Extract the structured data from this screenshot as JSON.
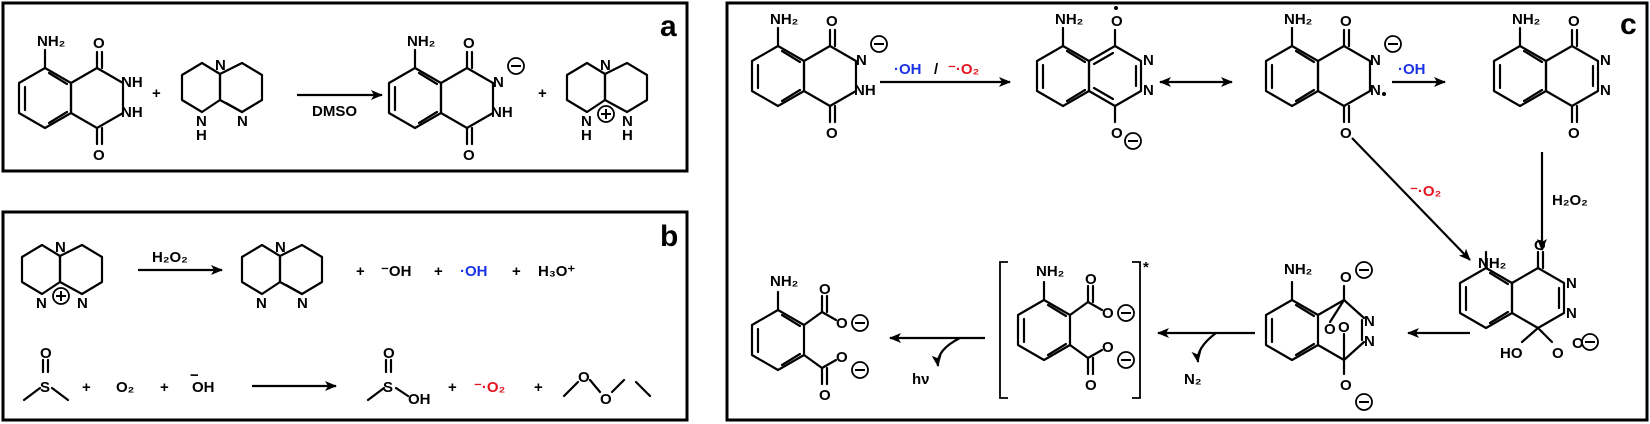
{
  "panels": {
    "a": {
      "letter": "a"
    },
    "b": {
      "letter": "b"
    },
    "c": {
      "letter": "c"
    }
  },
  "panel_a": {
    "plus": "+",
    "arrow_label": "DMSO",
    "nh2": "NH₂",
    "o": "O",
    "nh": "NH",
    "n": "N",
    "h": "H",
    "neg": "−"
  },
  "panel_b": {
    "h2o2": "H₂O₂",
    "hydroxide": "⁻OH",
    "hydroxyl_radical": "·OH",
    "hydronium": "H₃O⁺",
    "plus": "+",
    "s": "S",
    "o": "O",
    "o2": "O₂",
    "oh": "OH",
    "superoxide": "⁻·O₂"
  },
  "panel_c": {
    "step1_oh": "·OH",
    "step1_slash": "/",
    "step1_o2": "⁻·O₂",
    "step3_oh": "·OH",
    "diag_o2": "⁻·O₂",
    "h2o2": "H₂O₂",
    "n2": "N₂",
    "hv": "hν",
    "star": "*",
    "ho": "HO",
    "nh2": "NH₂",
    "o": "O",
    "n": "N",
    "nh": "NH"
  },
  "colors": {
    "blue": "#1a33e6",
    "red": "#e6141e"
  },
  "icons": [
    "resonance-arrow",
    "reaction-arrow",
    "curved-byproduct-arrow",
    "anion-charge-circle",
    "cation-charge-circle"
  ]
}
